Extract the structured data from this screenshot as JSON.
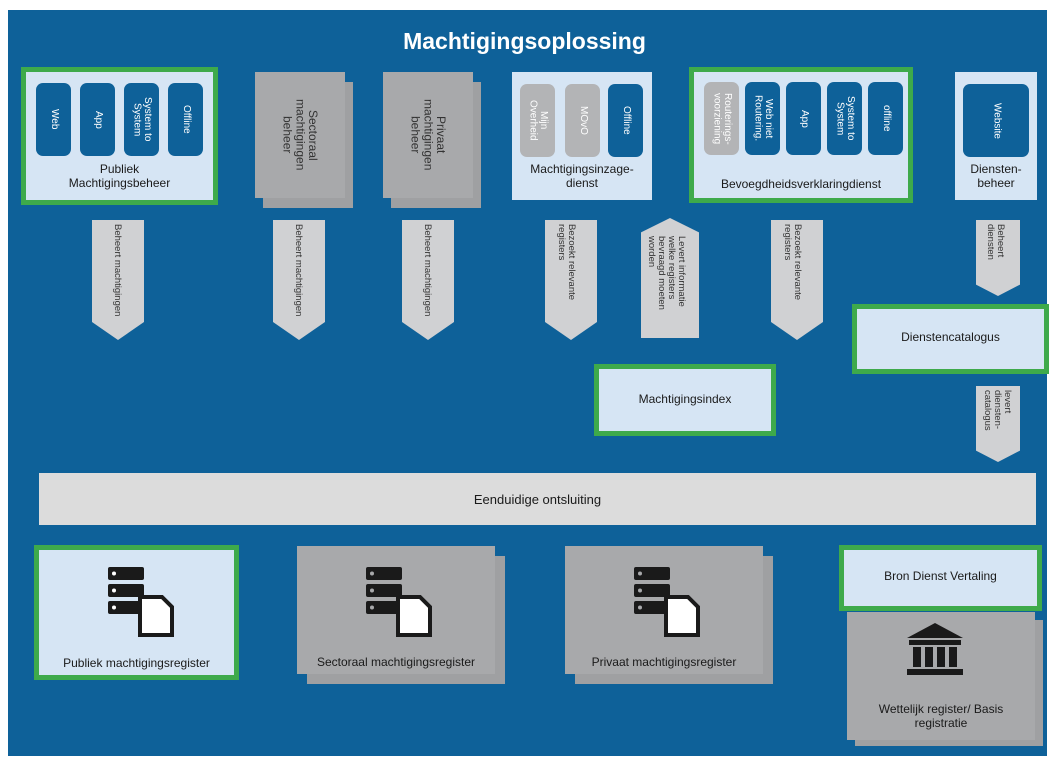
{
  "title": "Machtigingsoplossing",
  "publiek_beheer": {
    "items": [
      "Web",
      "App",
      "System to\nSystem",
      "Offline"
    ],
    "label": "Publiek\nMachtigingsbeheer"
  },
  "sectoraal_beheer": {
    "label": "Sectoraal\nmachtigingen\nbeheer"
  },
  "privaat_beheer": {
    "label": "Privaat\nmachtigingen\nbeheer"
  },
  "inzage": {
    "items": [
      "Mijn\nOverheid",
      "MOvO",
      "Offline"
    ],
    "label": "Machtigingsinzage-\ndienst"
  },
  "bevoegdheid": {
    "items": [
      "Routerings-\nvoorziening",
      "Web niet\nRoutering.",
      "App",
      "System to\nSystem",
      "offline"
    ],
    "label": "Bevoegdheidsverklaringdienst"
  },
  "diensten_beheer": {
    "items": [
      "Website"
    ],
    "label": "Diensten-\nbeheer"
  },
  "arrows": {
    "a1": "Beheert machtigingen",
    "a2": "Beheert machtigingen",
    "a3": "Beheert machtigingen",
    "a4": "Bezoekt relevante\nregisters",
    "a5": "Levert informatie\nwelke registers\nbevraagd moeten\nworden",
    "a6": "Bezoekt relevante\nregisters",
    "a7": "Beheert\ndiensten",
    "a8": "levert\ndiensten-\ncatalogus"
  },
  "dienstencatalogus": "Dienstencatalogus",
  "machtigingsindex": "Machtigingsindex",
  "ontsluiting": "Eenduidige ontsluiting",
  "registers": {
    "publiek": "Publiek machtigingsregister",
    "sectoraal": "Sectoraal machtigingsregister",
    "privaat": "Privaat machtigingsregister"
  },
  "bron_dienst": "Bron Dienst Vertaling",
  "wettelijk": "Wettelijk register/ Basis\nregistratie",
  "icons": {
    "server": "server-document-icon",
    "building": "government-building-icon"
  },
  "colors": {
    "background": "#0e6199",
    "green_border": "#3eaa4b",
    "light_box": "#d6e5f4",
    "grey_box": "#c5c6c8"
  }
}
